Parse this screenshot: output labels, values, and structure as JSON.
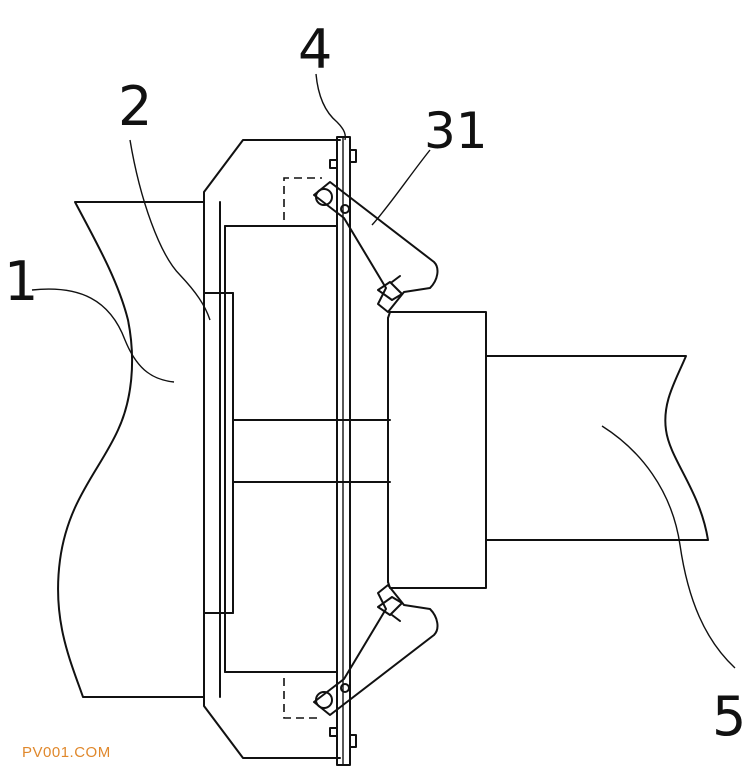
{
  "labels": {
    "part_1": "1",
    "part_2": "2",
    "part_4": "4",
    "part_31": "31",
    "part_5": "5"
  },
  "watermark": "PV001.COM",
  "colors": {
    "line": "#111111",
    "watermark": "#e0882c",
    "background": "#ffffff"
  }
}
